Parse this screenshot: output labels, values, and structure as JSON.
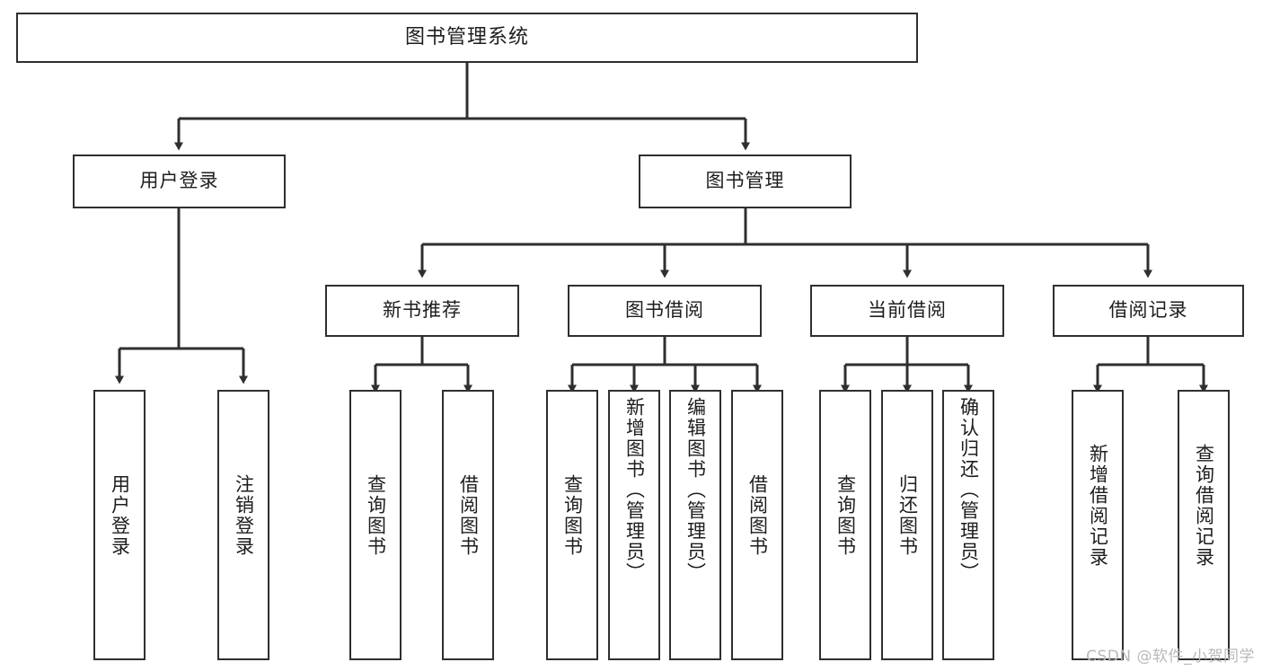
{
  "diagram": {
    "title": "图书管理系统",
    "type": "tree-hierarchy-diagram",
    "colors": {
      "background": "#ffffff",
      "box_border": "#2f2f2f",
      "connector": "#2f2f2f",
      "text": "#1d1d1d",
      "watermark": "#b9b9b9"
    },
    "watermark": "CSDN @软件_小贺同学",
    "nodes": {
      "root": {
        "label": "图书管理系统"
      },
      "level2": [
        {
          "label": "用户登录"
        },
        {
          "label": "图书管理"
        }
      ],
      "level3": [
        {
          "label": "新书推荐"
        },
        {
          "label": "图书借阅"
        },
        {
          "label": "当前借阅"
        },
        {
          "label": "借阅记录"
        }
      ],
      "leaves": {
        "user_login": [
          {
            "label": "用户登录"
          },
          {
            "label": "注销登录"
          }
        ],
        "new_book_recommend": [
          {
            "label": "查询图书"
          },
          {
            "label": "借阅图书"
          }
        ],
        "book_borrow": [
          {
            "label": "查询图书"
          },
          {
            "label": "新增图书（管理员）"
          },
          {
            "label": "编辑图书（管理员）"
          },
          {
            "label": "借阅图书"
          }
        ],
        "current_borrow": [
          {
            "label": "查询图书"
          },
          {
            "label": "归还图书"
          },
          {
            "label": "确认归还（管理员）"
          }
        ],
        "borrow_records": [
          {
            "label": "新增借阅记录"
          },
          {
            "label": "查询借阅记录"
          }
        ]
      }
    }
  }
}
